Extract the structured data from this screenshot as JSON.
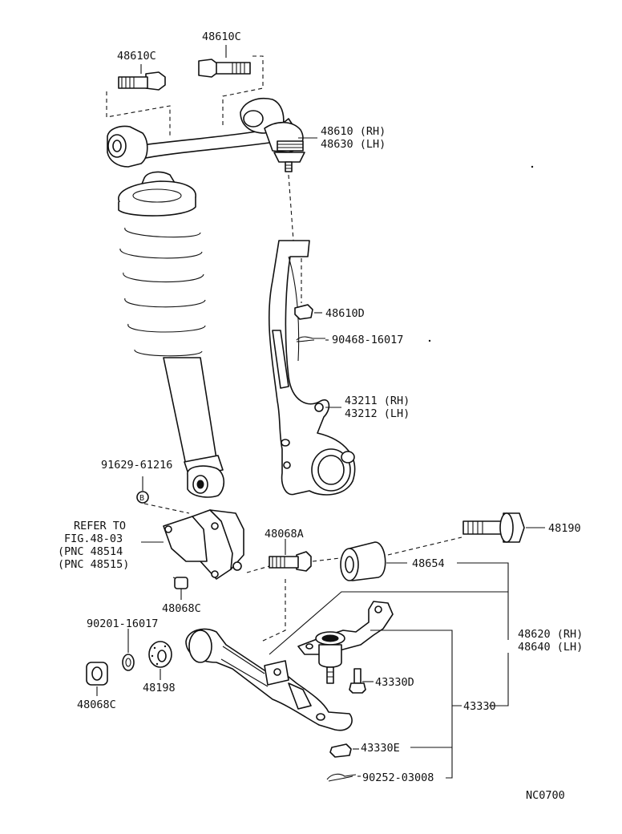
{
  "labels": {
    "p48610c_a": "48610C",
    "p48610c_b": "48610C",
    "p48610_rh": "48610 (RH)",
    "p48630_lh": "48630 (LH)",
    "p48610d": "48610D",
    "p90468": "90468-16017",
    "p43211_rh": "43211 (RH)",
    "p43212_lh": "43212 (LH)",
    "p91629": "91629-61216",
    "mark_b": "B",
    "refer_1": "REFER TO",
    "refer_2": "FIG.48-03",
    "refer_3": "(PNC 48514",
    "refer_4": "(PNC 48515)",
    "p48068a": "48068A",
    "p48190": "48190",
    "p48654": "48654",
    "p48068c_a": "48068C",
    "p90201": "90201-16017",
    "p48620_rh": "48620 (RH)",
    "p48640_lh": "48640 (LH)",
    "p43330d": "43330D",
    "p48068c_b": "48068C",
    "p48198": "48198",
    "p43330": "43330",
    "p43330e": "43330E",
    "p90252": "90252-03008",
    "code": "NC0700"
  }
}
